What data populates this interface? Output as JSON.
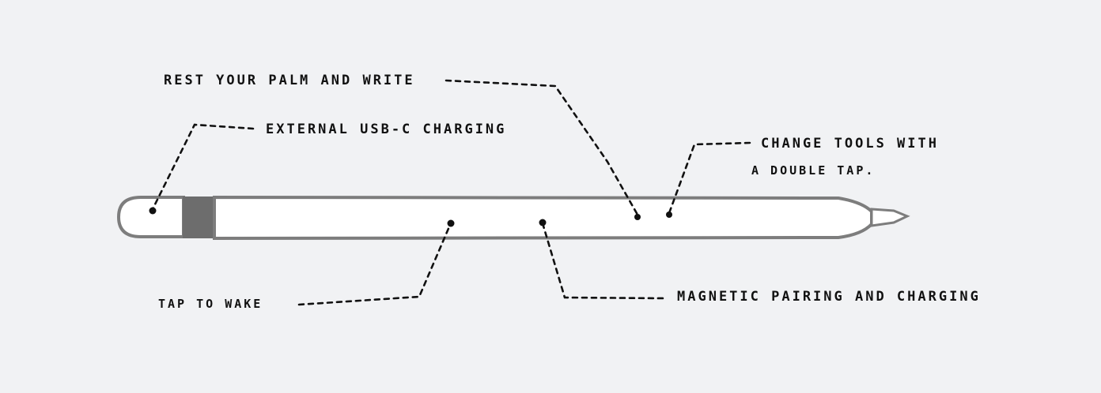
{
  "callouts": {
    "rest_palm": "REST YOUR PALM AND WRITE",
    "usb_c": "EXTERNAL USB-C CHARGING",
    "change_tools_line1": "CHANGE TOOLS WITH",
    "change_tools_line2": "A DOUBLE TAP.",
    "tap_wake": "TAP TO WAKE",
    "magnetic": "MAGNETIC PAIRING AND CHARGING"
  },
  "colors": {
    "background": "#f1f2f4",
    "pencil_body": "#ffffff",
    "pencil_outline": "#8a8a8a",
    "band": "#6f6f6f",
    "ink": "#111111"
  }
}
